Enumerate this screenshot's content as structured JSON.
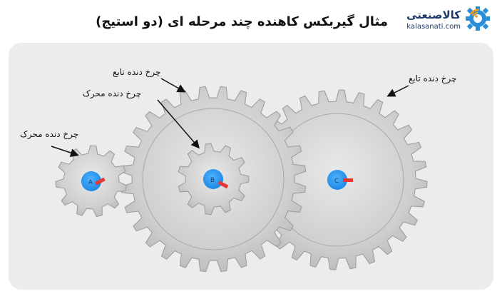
{
  "header": {
    "title": "مثال گیربکس کاهنده چند مرحله ای (دو استیج)",
    "logo_name": "کالاصنعتی",
    "logo_site": "kalasanati.com"
  },
  "labels": {
    "driver_left": "چرخ دنده محرک",
    "driven_top": "چرخ دنده تابع",
    "driver_middle": "چرخ دنده محرک",
    "driven_right": "چرخ دنده تابع"
  },
  "gears": {
    "a_hub": "A",
    "b_hub": "B",
    "c_hub": "C"
  },
  "colors": {
    "accent": "#2196f3",
    "logo_orange": "#f39c12",
    "pointer": "#e53935",
    "gear_fill": "#d2d2d2",
    "panel": "#ececec"
  }
}
